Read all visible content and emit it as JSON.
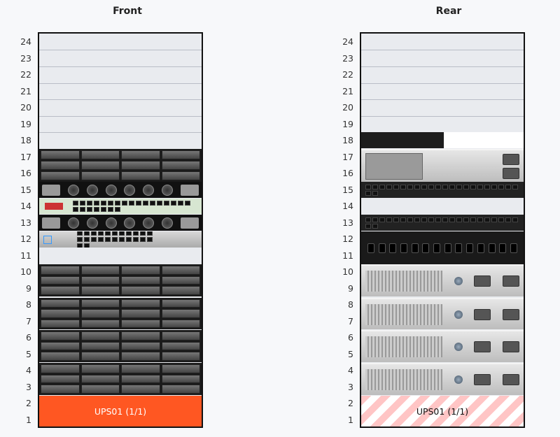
{
  "front": {
    "title": "Front",
    "ups_label": "UPS01 (1/1)"
  },
  "rear": {
    "title": "Rear",
    "ups_label": "UPS01 (1/1)"
  },
  "units": [
    "24",
    "23",
    "22",
    "21",
    "20",
    "19",
    "18",
    "17",
    "16",
    "15",
    "14",
    "13",
    "12",
    "11",
    "10",
    "9",
    "8",
    "7",
    "6",
    "5",
    "4",
    "3",
    "2",
    "1"
  ],
  "colors": {
    "ups_front": "#ff5722",
    "ups_rear_stripe": "#ffc5c5",
    "rack_border": "#111111",
    "empty_slot": "#e9ebef"
  }
}
